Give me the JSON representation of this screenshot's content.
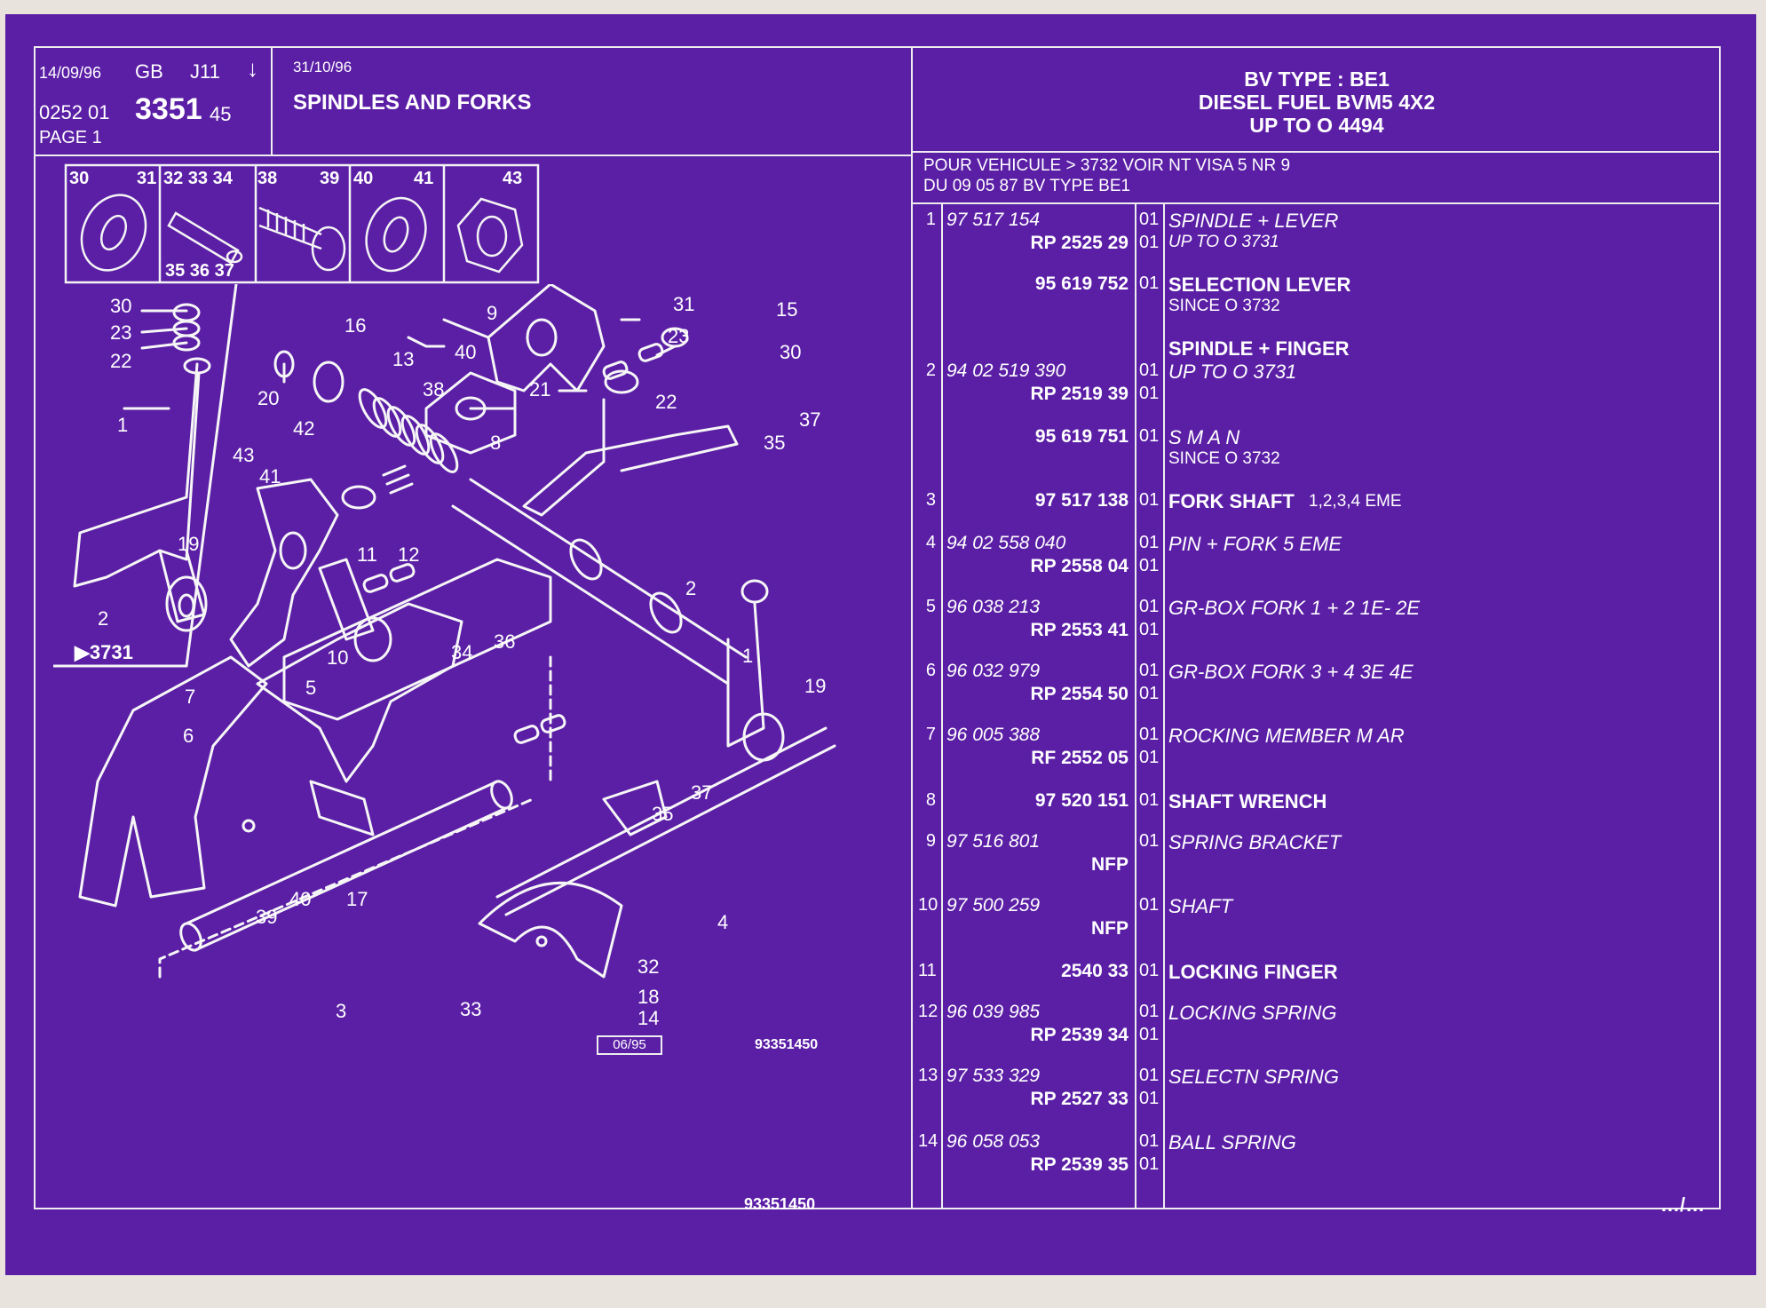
{
  "header": {
    "date1": "14/09/96",
    "country": "GB",
    "code": "J11",
    "arrow": "↓",
    "ref_prefix": "0252 01",
    "ref_main": "3351",
    "ref_suffix": "45",
    "page": "PAGE 1",
    "date2": "31/10/96",
    "title": "SPINDLES AND FORKS",
    "bv_line1": "BV TYPE : BE1",
    "bv_line2": "DIESEL FUEL BVM5 4X2",
    "bv_line3": "UP TO O 4494",
    "vehicle_line1": "POUR VEHICULE > 3732 VOIR NT VISA 5 NR 9",
    "vehicle_line2": "DU 09 05 87 BV TYPE BE1"
  },
  "inset": {
    "cols": [
      "30",
      "31",
      "32 33 34",
      "38",
      "39",
      "40",
      "41",
      "43"
    ],
    "sub_label": "35 36 37",
    "ref": "▶3731"
  },
  "diagram": {
    "labels": [
      "30",
      "23",
      "22",
      "1",
      "2",
      "19",
      "20",
      "42",
      "16",
      "13",
      "9",
      "40",
      "38",
      "21",
      "31",
      "15",
      "23",
      "30",
      "22",
      "37",
      "35",
      "8",
      "43",
      "41",
      "11",
      "12",
      "10",
      "7",
      "5",
      "34",
      "36",
      "2",
      "1",
      "19",
      "6",
      "39",
      "40",
      "17",
      "35",
      "37",
      "4",
      "3",
      "33",
      "32",
      "18",
      "14"
    ],
    "date_box": "06/95",
    "fig_code": "93351450",
    "fig_code_bottom": "93351450"
  },
  "parts": [
    {
      "num": "1",
      "pn1": "97 517 154",
      "pn2": "RP 2525 29",
      "q1": "01",
      "q2": "01",
      "d1": "SPINDLE + LEVER",
      "d2": "UP TO O 3731"
    },
    {
      "num": "",
      "pn1": "",
      "pn2": "95 619 752",
      "q1": "01",
      "q2": "",
      "d1": "SELECTION LEVER",
      "d2": "SINCE O 3732"
    },
    {
      "num": "",
      "pn1": "",
      "pn2": "",
      "q1": "",
      "q2": "",
      "d1": "SPINDLE + FINGER",
      "d2": ""
    },
    {
      "num": "2",
      "pn1": "94 02 519 390",
      "pn2": "RP 2519 39",
      "q1": "01",
      "q2": "01",
      "d1": "UP TO O 3731",
      "d2": ""
    },
    {
      "num": "",
      "pn1": "",
      "pn2": "95 619 751",
      "q1": "01",
      "q2": "",
      "d1": "S M A N",
      "d2": "SINCE O 3732"
    },
    {
      "num": "3",
      "pn1": "",
      "pn2": "97 517 138",
      "q1": "01",
      "q2": "",
      "d1": "FORK SHAFT",
      "d2": "1,2,3,4 EME"
    },
    {
      "num": "4",
      "pn1": "94 02 558 040",
      "pn2": "RP 2558 04",
      "q1": "01",
      "q2": "01",
      "d1": "PIN + FORK 5 EME",
      "d2": ""
    },
    {
      "num": "5",
      "pn1": "96 038 213",
      "pn2": "RP 2553 41",
      "q1": "01",
      "q2": "01",
      "d1": "GR-BOX FORK 1 + 2 1E- 2E",
      "d2": ""
    },
    {
      "num": "6",
      "pn1": "96 032 979",
      "pn2": "RP 2554 50",
      "q1": "01",
      "q2": "01",
      "d1": "GR-BOX FORK 3 + 4 3E 4E",
      "d2": ""
    },
    {
      "num": "7",
      "pn1": "96 005 388",
      "pn2": "RF 2552 05",
      "q1": "01",
      "q2": "01",
      "d1": "ROCKING MEMBER M AR",
      "d2": ""
    },
    {
      "num": "8",
      "pn1": "",
      "pn2": "97 520 151",
      "q1": "01",
      "q2": "",
      "d1": "SHAFT WRENCH",
      "d2": ""
    },
    {
      "num": "9",
      "pn1": "97 516 801",
      "pn2": "NFP",
      "q1": "01",
      "q2": "",
      "d1": "SPRING BRACKET",
      "d2": ""
    },
    {
      "num": "10",
      "pn1": "97 500 259",
      "pn2": "NFP",
      "q1": "01",
      "q2": "",
      "d1": "SHAFT",
      "d2": ""
    },
    {
      "num": "11",
      "pn1": "",
      "pn2": "2540 33",
      "q1": "01",
      "q2": "",
      "d1": "LOCKING FINGER",
      "d2": ""
    },
    {
      "num": "12",
      "pn1": "96 039 985",
      "pn2": "RP 2539 34",
      "q1": "01",
      "q2": "01",
      "d1": "LOCKING SPRING",
      "d2": ""
    },
    {
      "num": "13",
      "pn1": "97 533 329",
      "pn2": "RP 2527 33",
      "q1": "01",
      "q2": "01",
      "d1": "SELECTN SPRING",
      "d2": ""
    },
    {
      "num": "14",
      "pn1": "96 058 053",
      "pn2": "RP 2539 35",
      "q1": "01",
      "q2": "01",
      "d1": "BALL SPRING",
      "d2": ""
    }
  ],
  "continuation": "…/…",
  "colors": {
    "sheet": "#5b1fa6",
    "ink": "#ffffff"
  }
}
